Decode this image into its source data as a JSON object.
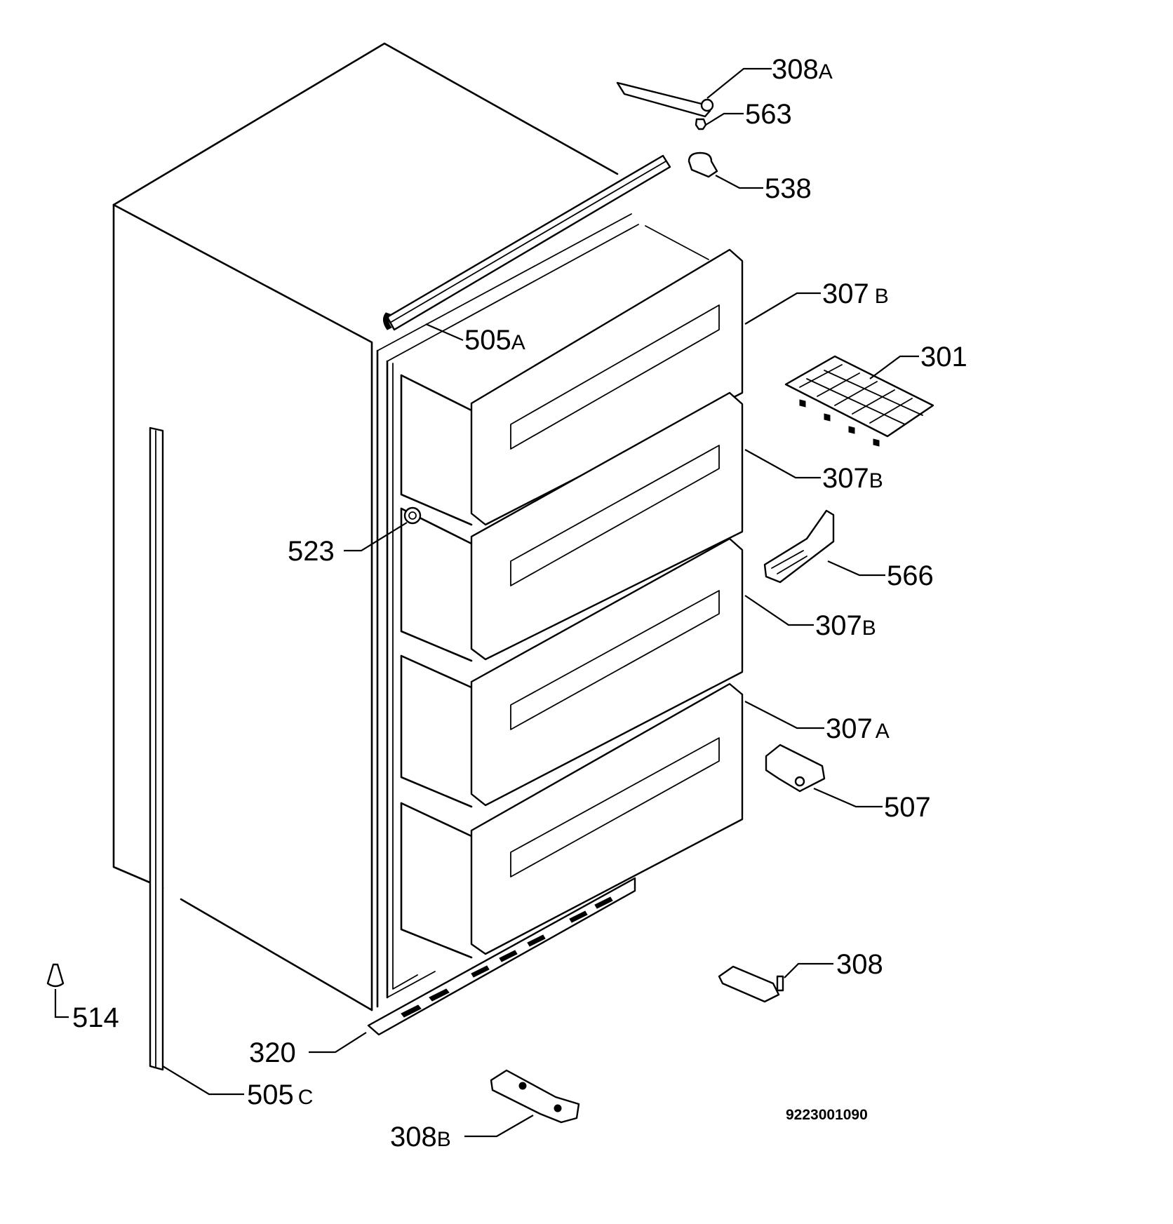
{
  "labels": {
    "l308a": {
      "num": "308",
      "suffix": "A"
    },
    "l563": {
      "num": "563",
      "suffix": ""
    },
    "l538": {
      "num": "538",
      "suffix": ""
    },
    "l307b_1": {
      "num": "307",
      "suffix": "B"
    },
    "l505a": {
      "num": "505",
      "suffix": "A"
    },
    "l301": {
      "num": "301",
      "suffix": ""
    },
    "l307b_2": {
      "num": "307",
      "suffix": "B"
    },
    "l523": {
      "num": "523",
      "suffix": ""
    },
    "l566": {
      "num": "566",
      "suffix": ""
    },
    "l307b_3": {
      "num": "307",
      "suffix": "B"
    },
    "l307a": {
      "num": "307",
      "suffix": "A"
    },
    "l507": {
      "num": "507",
      "suffix": ""
    },
    "l308": {
      "num": "308",
      "suffix": ""
    },
    "l514": {
      "num": "514",
      "suffix": ""
    },
    "l320": {
      "num": "320",
      "suffix": ""
    },
    "l505c": {
      "num": "505",
      "suffix": "C"
    },
    "l308b": {
      "num": "308",
      "suffix": "B"
    }
  },
  "drawing_code": "9223001090"
}
